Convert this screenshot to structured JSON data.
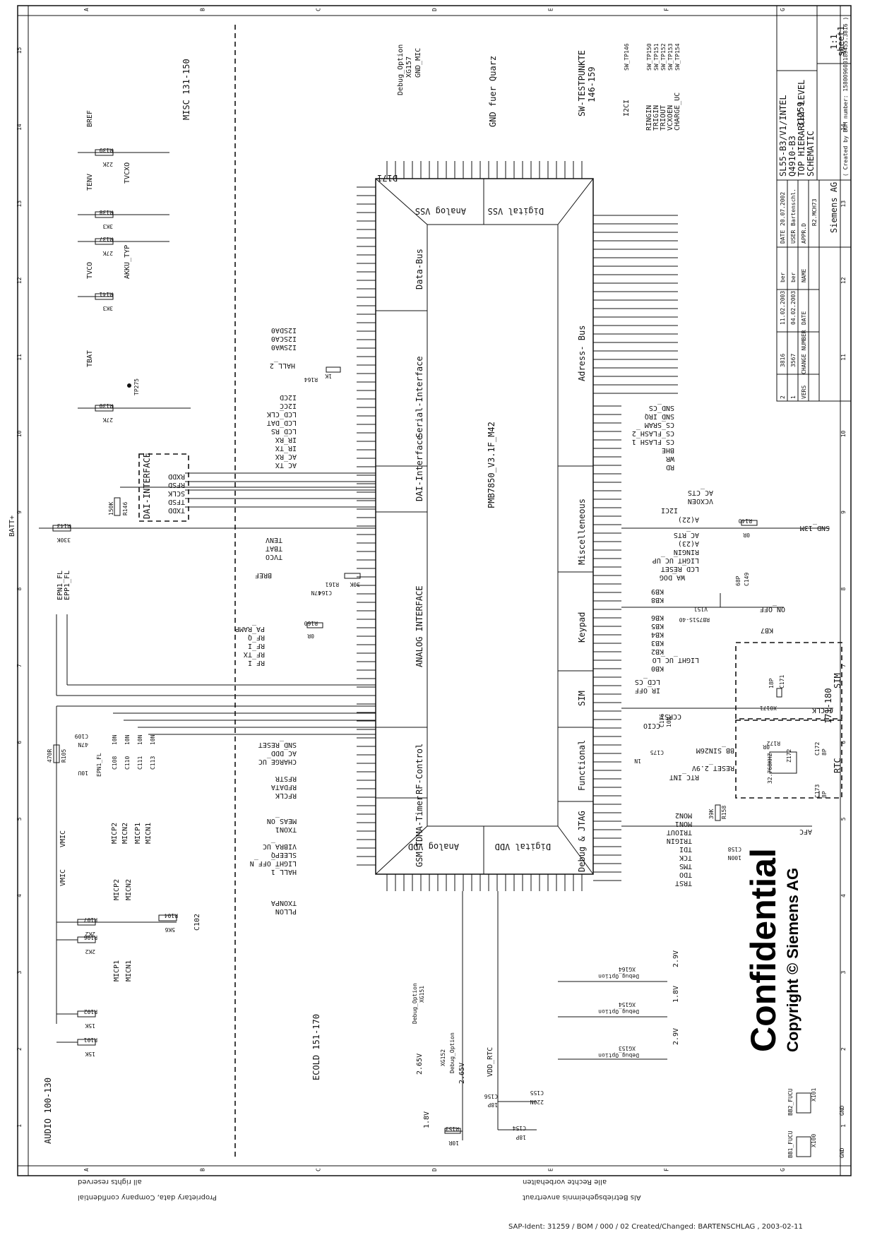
{
  "sheet": {
    "grid_columns": [
      "A",
      "B",
      "C",
      "D",
      "E",
      "F",
      "G"
    ],
    "grid_rows": [
      "1",
      "2",
      "3",
      "4",
      "5",
      "6",
      "7",
      "8",
      "9",
      "10",
      "11",
      "12",
      "13",
      "14",
      "15"
    ]
  },
  "title_block": {
    "project": "SL55-B3/V1/INTEL",
    "part": "Q4910-B3",
    "level": "TOP HIERARCHY LEVEL",
    "type": "SCHEMATIC",
    "scale": "1:1",
    "sheet": "sheet1",
    "number": "31259",
    "company": "Siemens AG",
    "created": "( Created by BOM number: 158009600189455.3816 )",
    "date_label": "DATE",
    "date": "20.07.2002",
    "user_label": "USER",
    "user": "Bartenschl.",
    "appr_label": "APPR.D",
    "appr": "R2.MCH73",
    "rev_rows": [
      {
        "vers": "2",
        "change": "3816",
        "date": "11.02.2003",
        "name": "ber"
      },
      {
        "vers": "1",
        "change": "3567",
        "date": "04.02.2003",
        "name": "ber"
      }
    ],
    "rev_headers": {
      "vers": "VERS",
      "change": "CHANGE NUMBER",
      "date": "DATE",
      "name": "NAME"
    }
  },
  "chip": {
    "ref": "D171",
    "part": "PMB7850_V3.1F_M42",
    "blocks": {
      "analog_vss": "Analog VSS",
      "digital_vss": "Digital VSS",
      "data_bus": "Data-Bus",
      "serial": "Serial-Interface",
      "dai": "DAI-Interface",
      "analog_if": "ANALOG INTERFACE",
      "rf": "RF-Control",
      "gsm": "GSM TDMA-Timer",
      "analog_vdd": "Analog VDD",
      "digital_vdd": "Digital VDD",
      "address": "Adress- Bus",
      "misc": "Miscelleneous",
      "keypad": "Keypad",
      "sim": "SIM",
      "functional": "Functional",
      "debug": "Debug & JTAG"
    }
  },
  "sections": {
    "misc": "MISC 131-150",
    "ecold": "ECOLD 151-170",
    "audio": "AUDIO 100-130",
    "sim": "SIM",
    "sim_range": "171-180",
    "rtc": "RTC",
    "dai_box": "DAI-INTERFACE",
    "sw_test": "SW-TESTPUNKTE",
    "sw_test_range": "146-159",
    "gnd_quarz": "GND fuer Quarz"
  },
  "left_signals": {
    "serial": [
      "I2SDA0",
      "I2SCA0",
      "I2SWA0",
      "HALL_2",
      "I2CD",
      "I2CC",
      "LCD_CLK",
      "LCD_DAT",
      "LCD_RS",
      "IR_RX",
      "IR_TX",
      "AC_RX",
      "AC_TX"
    ],
    "dai": [
      "RXDD",
      "RFSD",
      "SCLK",
      "TFSD",
      "TXDD"
    ],
    "analog": [
      "TENV",
      "TBAT",
      "TVCO",
      "BREF",
      "PA_RAMP",
      "RF_Q",
      "RF_I",
      "RF_TX",
      "RF_I"
    ],
    "rf": [
      "SND_RESET",
      "AC_DDD",
      "CHARGE_UC",
      "RFSTR",
      "RFDATA",
      "RFCLK"
    ],
    "gsm": [
      "MEAS_ON",
      "TXON1",
      "VIBRA_UC",
      "SLEEPQ",
      "LIGHT_OFF_N",
      "HALL_1",
      "TXONPA",
      "PLLON"
    ]
  },
  "right_signals": {
    "cs": [
      "SND_CS",
      "SND_IRQ",
      "CS_SRAM",
      "CS_FLASH_2",
      "CS_FLASH_1",
      "BHE",
      "WR",
      "RD"
    ],
    "misc": [
      "AC_CTS",
      "VCXOEN",
      "I2CI",
      "A(22)",
      "SND_13M",
      "AC_RTS",
      "A(23)",
      "RINGIN",
      "LIGHT_UC_UP",
      "LCD_RESET",
      "WA_DOG"
    ],
    "keypad": [
      "KB9",
      "KB8",
      "ON_OFF",
      "KB7",
      "KB6",
      "KB5",
      "KB4",
      "KB3",
      "KB2",
      "LIGHT_UC_LO",
      "KB0"
    ],
    "sim": [
      "LCD_CS",
      "IR_OFF",
      "CCCLK",
      "CCRST",
      "CCIO"
    ],
    "func": [
      "BB_SIN26M",
      "RESET_2.9V",
      "RTC_INT"
    ],
    "debug": [
      "MON2",
      "MON1",
      "TRIOUT",
      "TRIGIN",
      "TDI",
      "TCK",
      "TMS",
      "TDO",
      "TRST",
      "AFC"
    ]
  },
  "top_labels": {
    "debug_mic": "Debug_Option",
    "xg157": "XG157",
    "gnd_mic": "GND_MIC",
    "i2ci": "I2CI",
    "test_signals": [
      "RINGIN",
      "TRIGIN",
      "TRIOUT",
      "VCXOEN",
      "CHARGE_UC"
    ],
    "test_points": [
      "SW_TP146",
      "SW_TP150",
      "SW_TP151",
      "SW_TP152",
      "SW_TP153",
      "SW_TP154"
    ]
  },
  "power": {
    "batt": "BATT+",
    "vmic": "VMIC",
    "v29": "2.9V",
    "v18": "1.8V",
    "v265": "2.65V",
    "vdd_rtc": "VDD_RTC",
    "gnd": "GND",
    "xg164": "XG164",
    "xg154": "XG154",
    "xg153": "XG153",
    "xg151": "XG151",
    "xg152": "XG152",
    "debug_opt": "Debug_Option"
  },
  "audio_labels": [
    "EPN1_FL",
    "EPP1_FL",
    "MICP2",
    "MICN2",
    "MICP1",
    "MICN1"
  ],
  "components": {
    "r139": "R139",
    "r139v": "22K",
    "r138": "R138",
    "r138v": "3K3",
    "r137": "R137",
    "r137v": "27K",
    "r141": "R141",
    "r141v": "3K3",
    "r130": "R130",
    "r130v": "27K",
    "r146": "R146",
    "r146v": "150K",
    "r143": "R143",
    "r143v": "330K",
    "r164": "R164",
    "r164v": "1K",
    "r160": "R160",
    "r160v": "0R",
    "r161": "R161",
    "r161v": "30K",
    "c164": "C164",
    "c164v": "47N",
    "r140": "R140",
    "r140v": "0R",
    "r158": "R158",
    "r158v": "39K",
    "c158": "C158",
    "c158v": "100N",
    "r153": "R153",
    "r153v": "10R",
    "c154": "C154",
    "c154v": "18P",
    "c155": "C155",
    "c155v": "220N",
    "c156": "C156",
    "c156v": "18P",
    "r107": "R107",
    "r107v": "2K2",
    "r106": "R106",
    "r106v": "2K2",
    "r102": "R102",
    "r102v": "15K",
    "r101": "R101",
    "r101v": "15K",
    "r104": "R104",
    "r104v": "5K6",
    "r105": "R105",
    "r105v": "470R",
    "c109": "C109",
    "c109v": "47N",
    "c102": "C102",
    "c102v": "10U",
    "c108": "C108",
    "c110": "C110",
    "c111": "C111",
    "c113": "C113",
    "c10n": "10N",
    "v151": "V151",
    "v151v": "RB751S-40",
    "c149": "C149",
    "c149v": "68P",
    "z172": "Z172",
    "z172v": "32.768KHZ",
    "r172": "R172",
    "r172v": "0R",
    "c171": "C171",
    "c171v": "18P",
    "c172": "C172",
    "c173": "C173",
    "c8p": "8P",
    "x101": "X101",
    "x100": "X100",
    "bb2": "BB2_FUCU",
    "bb1": "BB1_FUCU",
    "x0171": "X0171",
    "tp275": "TP275",
    "tbat": "TBAT",
    "tenv": "TENV",
    "tvco": "TVCO",
    "tvcxo": "TVCXO",
    "bref": "BREF",
    "akku": "AKKU_TYP",
    "c175": "C175",
    "c175v": "1N",
    "c176": "C176",
    "c176v": "10N"
  },
  "confidential": "Confidential",
  "copyright": "Copyright © Siemens AG",
  "footer": {
    "left1": "Proprietary data, Company confidential",
    "left2": "all rights reserved",
    "right1": "Als Betriebsgeheimnis anvertraut",
    "right2": "alle Rechte vorbehalten",
    "sap": "SAP-Ident: 31259 / BOM / 000 / 02     Created/Changed: BARTENSCHLAG , 2003-02-11"
  }
}
